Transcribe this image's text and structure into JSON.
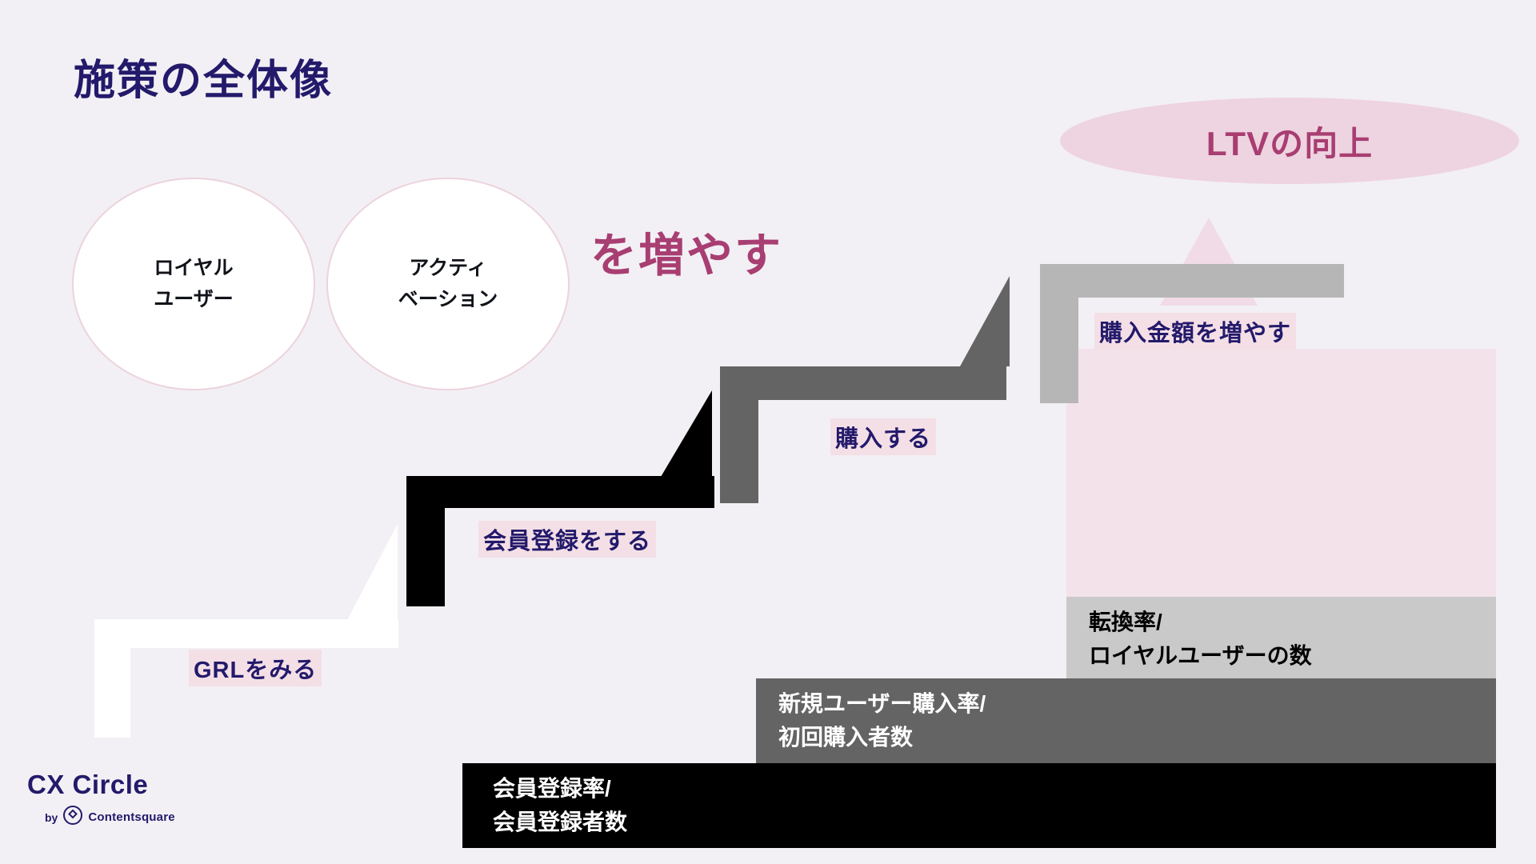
{
  "slide": {
    "title": "施策の全体像",
    "background_color": "#f2f0f4"
  },
  "circles": [
    {
      "id": "loyal",
      "label": "ロイヤル\nユーザー"
    },
    {
      "id": "activation",
      "label": "アクティ\nベーション"
    }
  ],
  "increase_text": "を増やす",
  "goal": {
    "label": "LTVの向上",
    "fill_color": "#eed4e0",
    "text_color": "#a83e72"
  },
  "steps": [
    {
      "id": "grl",
      "label": "GRLをみる",
      "color": "#ffffff"
    },
    {
      "id": "signup",
      "label": "会員登録をする",
      "color": "#000000"
    },
    {
      "id": "purchase",
      "label": "購入する",
      "color": "#646464"
    },
    {
      "id": "amount",
      "label": "購入金額を増やす",
      "color": "#b6b6b6"
    }
  ],
  "kpi_bars": [
    {
      "id": "conversion",
      "label": "転換率/\nロイヤルユーザーの数",
      "bg": "#c9c9c9",
      "fg": "#000000"
    },
    {
      "id": "newuser",
      "label": "新規ユーザー購入率/\n初回購入者数",
      "bg": "#646464",
      "fg": "#ffffff"
    },
    {
      "id": "signup",
      "label": "会員登録率/\n会員登録者数",
      "bg": "#000000",
      "fg": "#ffffff"
    }
  ],
  "logo": {
    "main": "CX Circle",
    "by": "by",
    "brand": "Contentsquare"
  }
}
